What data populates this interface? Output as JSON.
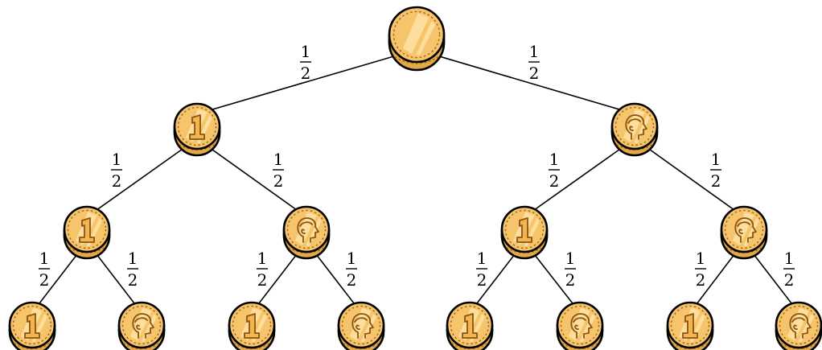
{
  "tree": {
    "edge_label": {
      "numerator": "1",
      "denominator": "2"
    },
    "root": {
      "face": "blank"
    },
    "level1": [
      "one",
      "head"
    ],
    "level2": [
      "one",
      "head",
      "one",
      "head"
    ],
    "level3": [
      "one",
      "head",
      "one",
      "head",
      "one",
      "head",
      "one",
      "head"
    ]
  },
  "colors": {
    "coin_face": "#f6c46a",
    "coin_rim": "#e3a84a",
    "coin_mark": "#8a5412",
    "edge": "#000000"
  },
  "icons": {
    "one": "number-one-coin-icon",
    "head": "head-profile-coin-icon",
    "blank": "blank-coin-icon"
  }
}
